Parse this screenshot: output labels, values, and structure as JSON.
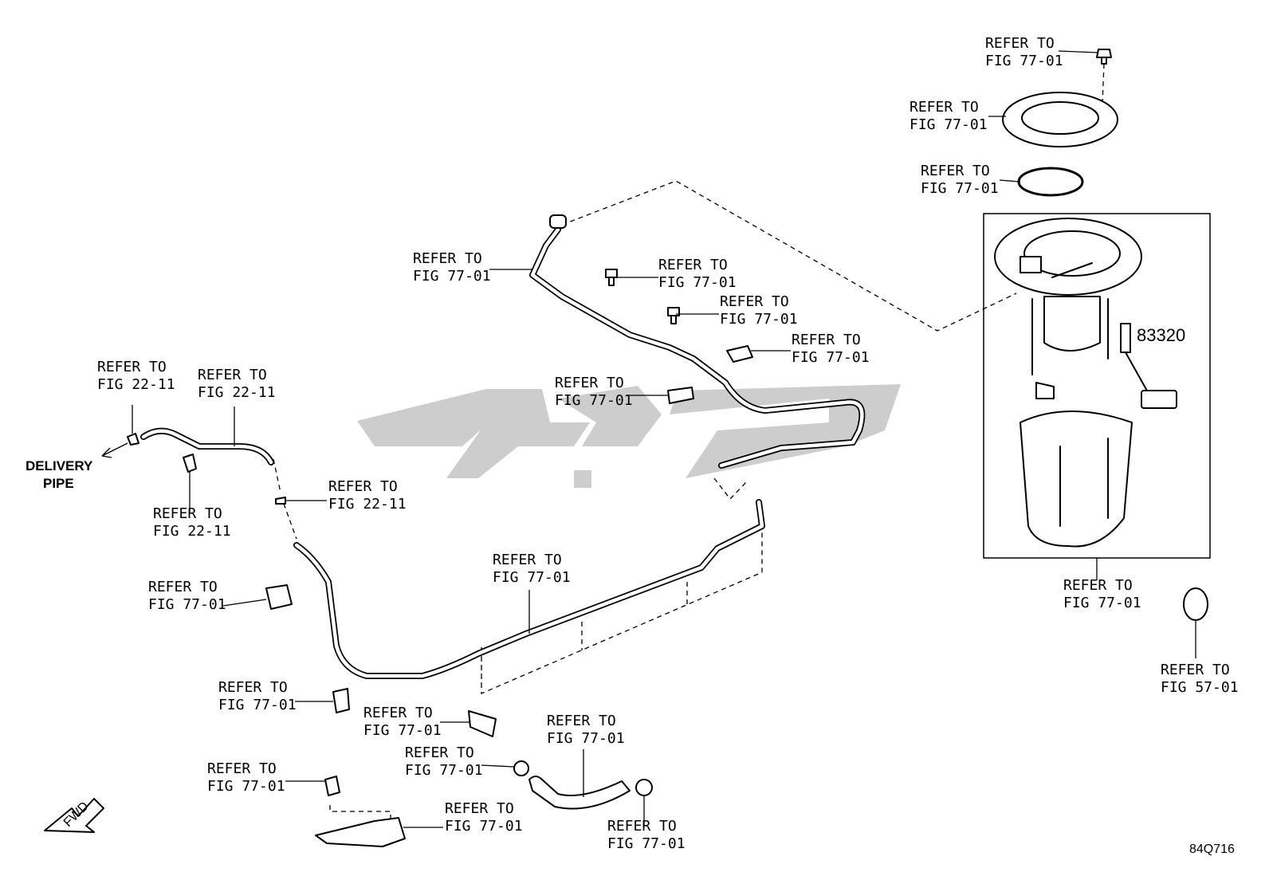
{
  "refer_text": "REFER TO",
  "labels": {
    "tl_bolt": "FIG 77-01",
    "tl_retainer": "FIG 77-01",
    "tl_gasket": "FIG 77-01",
    "tl_pump_assy": "FIG 77-01",
    "tl_cap": "FIG 57-01",
    "tl_vent_tube": "FIG 77-01",
    "tl_bolt_a": "FIG 77-01",
    "tl_bolt_b": "FIG 77-01",
    "tl_bracket": "FIG 77-01",
    "tl_clamp_mid": "FIG 77-01",
    "tl_delivery_a": "FIG 22-11",
    "tl_delivery_b": "FIG 22-11",
    "tl_clip_left": "FIG 22-11",
    "tl_clip_mid": "FIG 22-11",
    "tl_main_tube": "FIG 77-01",
    "tl_clamp_left": "FIG 77-01",
    "tl_clip_low": "FIG 77-01",
    "tl_clamp_low": "FIG 77-01",
    "tl_hose_clamp": "FIG 77-01",
    "tl_hose": "FIG 77-01",
    "tl_hose_clamp2": "FIG 77-01",
    "tl_protector_clip": "FIG 77-01",
    "tl_protector": "FIG 77-01"
  },
  "part_number": "83320",
  "delivery_pipe": [
    "DELIVERY",
    "PIPE"
  ],
  "fwd_label": "FWD",
  "figure_code": "84Q716",
  "watermark": {
    "color": "#c8c8c8"
  }
}
